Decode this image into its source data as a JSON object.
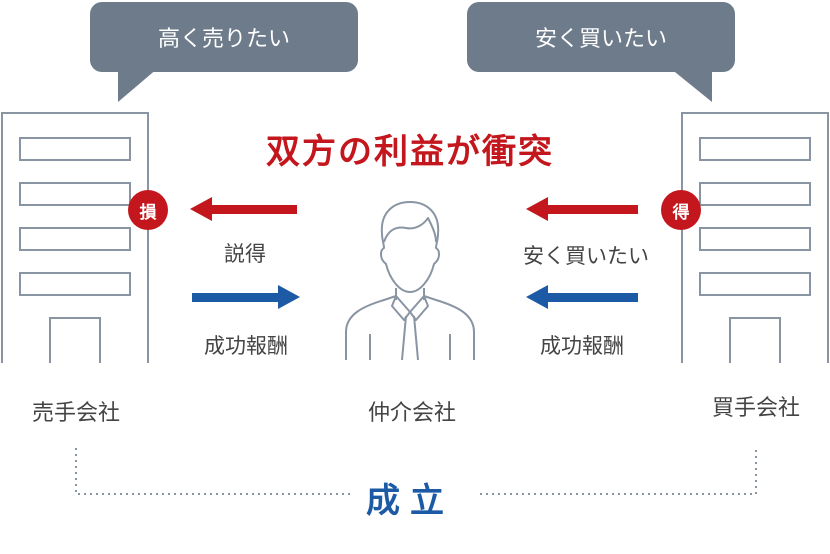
{
  "bubbles": {
    "seller_wish": "高く売りたい",
    "buyer_wish": "安く買いたい"
  },
  "headline": "双方の利益が衝突",
  "badges": {
    "seller": "損",
    "buyer": "得"
  },
  "arrows": {
    "left_top": "説得",
    "left_bottom": "成功報酬",
    "right_top": "安く買いたい",
    "right_bottom": "成功報酬"
  },
  "parties": {
    "seller": "売手会社",
    "agent": "仲介会社",
    "buyer": "買手会社"
  },
  "result": "成立",
  "colors": {
    "red": "#c3161d",
    "blue": "#1d5aa6",
    "gray": "#6e7b8b",
    "outline": "#8a95a3"
  }
}
